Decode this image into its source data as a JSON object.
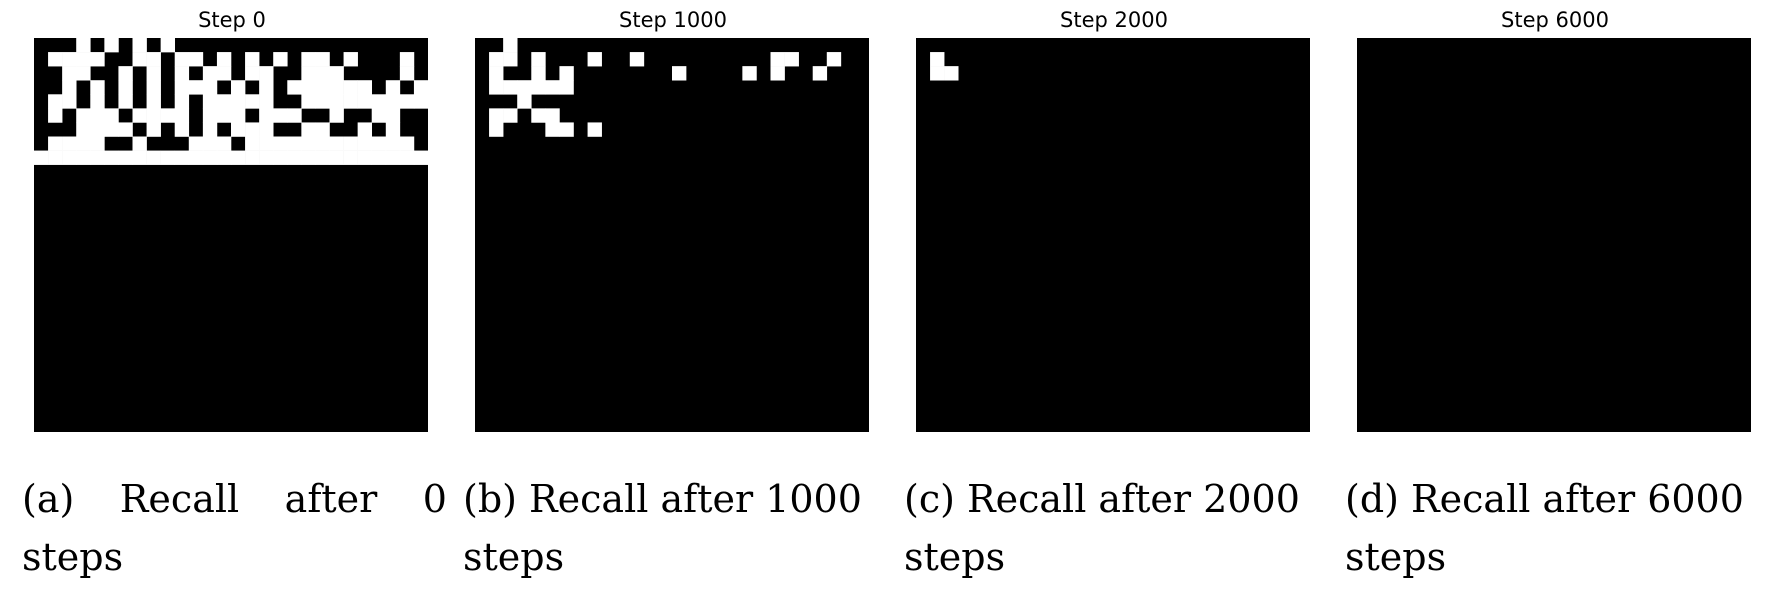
{
  "panels": [
    {
      "title": "Step 0",
      "caption_line1": "(a)  Recall  after  0",
      "caption_line2": "steps",
      "grid": [
        "1110101010111111111111111111",
        "1000011001001010101001011101",
        "1100110101010010011000111101",
        "1101010101000101010000001010",
        "1001010101010000011000000000",
        "1010001000010001000110110011",
        "1110000101010100011001101011",
        "1000011011100010000000000001",
        "0000000000000000000000000000",
        "1111111111111111111111111111",
        "1111111111111111111111111111",
        "1111111111111111111111111111",
        "1111111111111111111111111111",
        "1111111111111111111111111111",
        "1111111111111111111111111111",
        "1111111111111111111111111111",
        "1111111111111111111111111111",
        "1111111111111111111111111111",
        "1111111111111111111111111111",
        "1111111111111111111111111111",
        "1111111111111111111111111111",
        "1111111111111111111111111111",
        "1111111111111111111111111111",
        "1111111111111111111111111111",
        "1111111111111111111111111111",
        "1111111111111111111111111111",
        "1111111111111111111111111111",
        "1111111111111111111111111111"
      ]
    },
    {
      "title": "Step 1000",
      "caption_line1": "(b) Recall after 1000",
      "caption_line2": "steps",
      "grid": [
        "1101111111111111111111111111",
        "1001011101101111111110011011",
        "1011010111111101111010110111",
        "1000000111111111111111111111",
        "1110111111111111111111111111",
        "1001001111111111111111111111",
        "1011100101111111111111111111",
        "1111111111111111111111111111",
        "1111111111111111111111111111",
        "1111111111111111111111111111",
        "1111111111111111111111111111",
        "1111111111111111111111111111",
        "1111111111111111111111111111",
        "1111111111111111111111111111",
        "1111111111111111111111111111",
        "1111111111111111111111111111",
        "1111111111111111111111111111",
        "1111111111111111111111111111",
        "1111111111111111111111111111",
        "1111111111111111111111111111",
        "1111111111111111111111111111",
        "1111111111111111111111111111",
        "1111111111111111111111111111",
        "1111111111111111111111111111",
        "1111111111111111111111111111",
        "1111111111111111111111111111",
        "1111111111111111111111111111",
        "1111111111111111111111111111"
      ]
    },
    {
      "title": "Step 2000",
      "caption_line1": "(c) Recall after 2000",
      "caption_line2": "steps",
      "grid": [
        "1111111111111111111111111111",
        "1011111111111111111111111111",
        "1001111111111111111111111111",
        "1111111111111111111111111111",
        "1111111111111111111111111111",
        "1111111111111111111111111111",
        "1111111111111111111111111111",
        "1111111111111111111111111111",
        "1111111111111111111111111111",
        "1111111111111111111111111111",
        "1111111111111111111111111111",
        "1111111111111111111111111111",
        "1111111111111111111111111111",
        "1111111111111111111111111111",
        "1111111111111111111111111111",
        "1111111111111111111111111111",
        "1111111111111111111111111111",
        "1111111111111111111111111111",
        "1111111111111111111111111111",
        "1111111111111111111111111111",
        "1111111111111111111111111111",
        "1111111111111111111111111111",
        "1111111111111111111111111111",
        "1111111111111111111111111111",
        "1111111111111111111111111111",
        "1111111111111111111111111111",
        "1111111111111111111111111111",
        "1111111111111111111111111111"
      ]
    },
    {
      "title": "Step 6000",
      "caption_line1": "(d) Recall after 6000",
      "caption_line2": "steps",
      "grid": [
        "1111111111111111111111111111",
        "1111111111111111111111111111",
        "1111111111111111111111111111",
        "1111111111111111111111111111",
        "1111111111111111111111111111",
        "1111111111111111111111111111",
        "1111111111111111111111111111",
        "1111111111111111111111111111",
        "1111111111111111111111111111",
        "1111111111111111111111111111",
        "1111111111111111111111111111",
        "1111111111111111111111111111",
        "1111111111111111111111111111",
        "1111111111111111111111111111",
        "1111111111111111111111111111",
        "1111111111111111111111111111",
        "1111111111111111111111111111",
        "1111111111111111111111111111",
        "1111111111111111111111111111",
        "1111111111111111111111111111",
        "1111111111111111111111111111",
        "1111111111111111111111111111",
        "1111111111111111111111111111",
        "1111111111111111111111111111",
        "1111111111111111111111111111",
        "1111111111111111111111111111",
        "1111111111111111111111111111",
        "1111111111111111111111111111"
      ]
    }
  ],
  "colors": {
    "cell_on": "#000000",
    "cell_off": "#ffffff"
  }
}
